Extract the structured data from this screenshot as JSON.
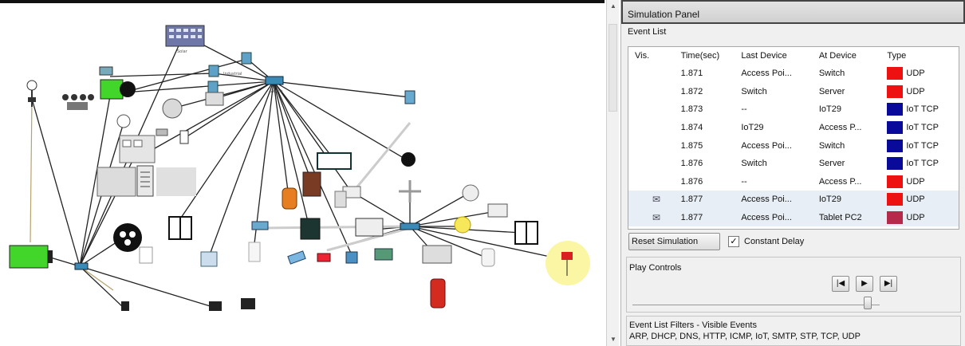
{
  "simulation_panel": {
    "title": "Simulation Panel",
    "event_list_label": "Event List",
    "columns": [
      "Vis.",
      "Time(sec)",
      "Last Device",
      "At Device",
      "Type"
    ],
    "rows": [
      {
        "time": "1.871",
        "last": "Access Poi...",
        "at": "Switch",
        "type": "UDP",
        "color": "#ee1111"
      },
      {
        "time": "1.872",
        "last": "Switch",
        "at": "Server",
        "type": "UDP",
        "color": "#ee1111"
      },
      {
        "time": "1.873",
        "last": "--",
        "at": "IoT29",
        "type": "IoT TCP",
        "color": "#0a0a9a"
      },
      {
        "time": "1.874",
        "last": "IoT29",
        "at": "Access P...",
        "type": "IoT TCP",
        "color": "#0a0a9a"
      },
      {
        "time": "1.875",
        "last": "Access Poi...",
        "at": "Switch",
        "type": "IoT TCP",
        "color": "#0a0a9a"
      },
      {
        "time": "1.876",
        "last": "Switch",
        "at": "Server",
        "type": "IoT TCP",
        "color": "#0a0a9a"
      },
      {
        "time": "1.876",
        "last": "--",
        "at": "Access P...",
        "type": "UDP",
        "color": "#ee1111"
      },
      {
        "time": "1.877",
        "last": "Access Poi...",
        "at": "IoT29",
        "type": "UDP",
        "color": "#ee1111"
      },
      {
        "time": "1.877",
        "last": "Access Poi...",
        "at": "Tablet PC2",
        "type": "UDP",
        "color": "#b52a4a"
      }
    ],
    "reset_button": "Reset Simulation",
    "constant_delay_label": "Constant Delay",
    "play_controls_label": "Play Controls",
    "play_buttons": {
      "back": "|◀",
      "play": "▶",
      "forward": "▶|"
    },
    "filters_label": "Event List Filters - Visible Events",
    "filters_value": "ARP, DHCP, DNS, HTTP, ICMP, IoT, SMTP, STP, TCP, UDP"
  }
}
